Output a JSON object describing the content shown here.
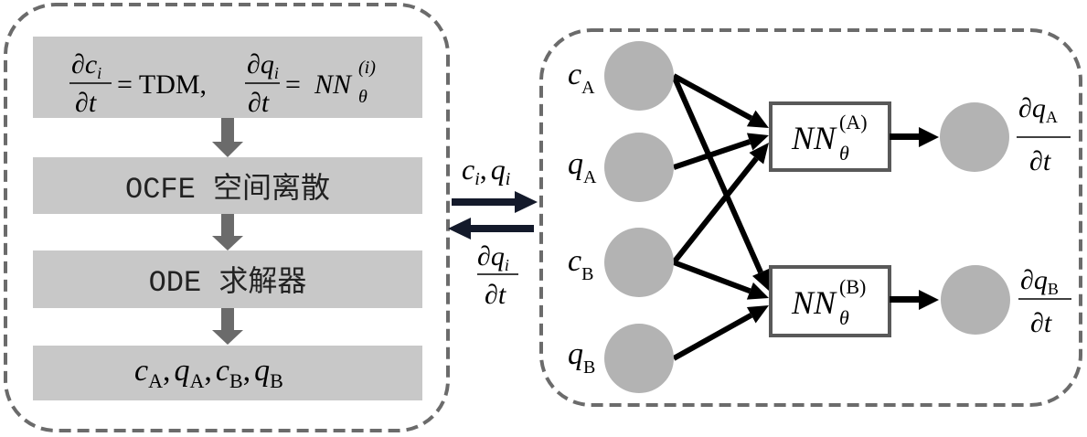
{
  "left_panel": {
    "steps": [
      {
        "id": "equations",
        "parts": {
          "d1": "∂",
          "c": "c",
          "i": "i",
          "dt": "∂t",
          "eq1": "= TDM,",
          "d2": "∂",
          "q": "q",
          "i2": "i",
          "dt2": "∂t",
          "eq2": "=",
          "nn": "NN",
          "theta": "θ",
          "sup": "(i)"
        }
      },
      {
        "id": "ocfe",
        "label": "OCFE 空间离散"
      },
      {
        "id": "ode",
        "label": "ODE 求解器"
      },
      {
        "id": "outputs",
        "vars": [
          {
            "sym": "c",
            "sub": "A"
          },
          {
            "sym": "q",
            "sub": "A"
          },
          {
            "sym": "c",
            "sub": "B"
          },
          {
            "sym": "q",
            "sub": "B"
          }
        ],
        "sep": ","
      }
    ],
    "colors": {
      "box_fill": "#c8c8c8",
      "arrow": "#6b6b6b",
      "border": "#6b6b6b"
    }
  },
  "exchange": {
    "forward_label": {
      "c": "c",
      "i": "i",
      "sep": ",",
      "q": "q",
      "i2": "i"
    },
    "backward_label": {
      "d": "∂",
      "q": "q",
      "i": "i",
      "dt": "∂t"
    },
    "arrow_color": "#141a2b"
  },
  "right_panel": {
    "inputs": [
      {
        "id": "cA",
        "sym": "c",
        "sub": "A"
      },
      {
        "id": "qA",
        "sym": "q",
        "sub": "A"
      },
      {
        "id": "cB",
        "sym": "c",
        "sub": "B"
      },
      {
        "id": "qB",
        "sym": "q",
        "sub": "B"
      }
    ],
    "networks": [
      {
        "id": "A",
        "nn": "NN",
        "theta": "θ",
        "sup": "(A)"
      },
      {
        "id": "B",
        "nn": "NN",
        "theta": "θ",
        "sup": "(B)"
      }
    ],
    "outputs": [
      {
        "id": "dqA",
        "d": "∂",
        "sym": "q",
        "sub": "A",
        "dt": "∂t"
      },
      {
        "id": "dqB",
        "d": "∂",
        "sym": "q",
        "sub": "B",
        "dt": "∂t"
      }
    ],
    "connections": [
      {
        "from": "cA",
        "to": "A"
      },
      {
        "from": "cA",
        "to": "B"
      },
      {
        "from": "qA",
        "to": "A"
      },
      {
        "from": "cB",
        "to": "A"
      },
      {
        "from": "cB",
        "to": "B"
      },
      {
        "from": "qB",
        "to": "B"
      }
    ],
    "colors": {
      "node": "#b3b3b3",
      "nn_border": "#595959",
      "edge": "#000000"
    }
  }
}
